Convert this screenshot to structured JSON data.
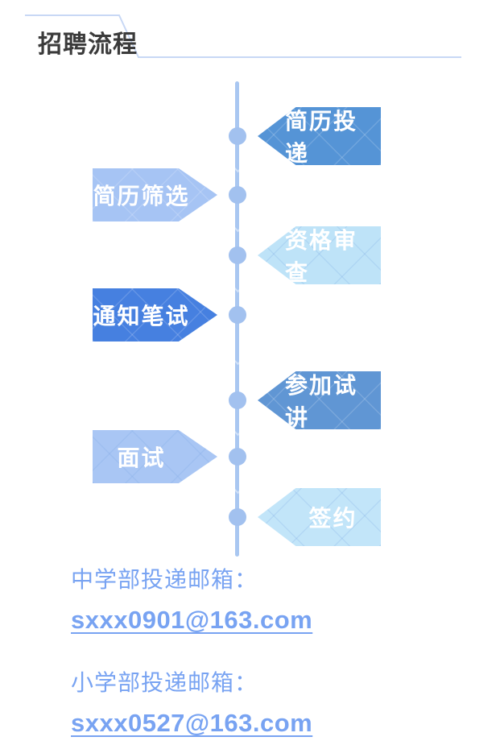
{
  "header": {
    "title": "招聘流程"
  },
  "timeline": {
    "steps": [
      {
        "label": "简历投递",
        "side": "right",
        "color": "#5594d6"
      },
      {
        "label": "简历筛选",
        "side": "left",
        "color": "#a6c4f4"
      },
      {
        "label": "资格审查",
        "side": "right",
        "color": "#bee3f8"
      },
      {
        "label": "通知笔试",
        "side": "left",
        "color": "#4680e0"
      },
      {
        "label": "参加试讲",
        "side": "right",
        "color": "#6096d4"
      },
      {
        "label": "面试",
        "side": "left",
        "color": "#a9c6f4"
      },
      {
        "label": "签约",
        "side": "right",
        "color": "#c2e5f9"
      }
    ]
  },
  "contact": {
    "middle_school_label": "中学部投递邮箱：",
    "middle_school_email": "sxxx0901@163.com",
    "primary_school_label": "小学部投递邮箱：",
    "primary_school_email": "sxxx0527@163.com"
  },
  "colors": {
    "title_text": "#3b3b3b",
    "header_line": "#c8d8f5",
    "timeline_line": "#a9c7f1",
    "timeline_dot": "#a2c1ef",
    "step_text": "#ffffff",
    "contact_text": "#78a3f2"
  }
}
